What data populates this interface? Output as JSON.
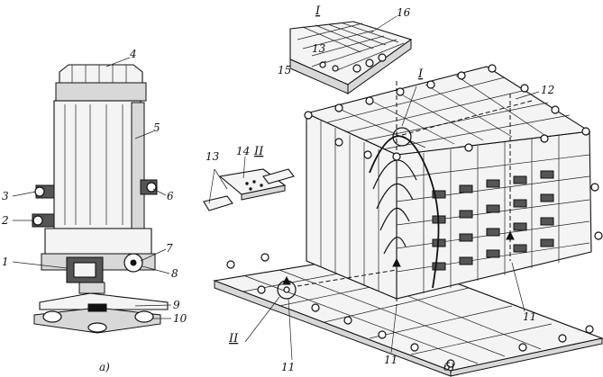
{
  "figure_labels": {
    "panel_a": "а)",
    "panel_b": "б)"
  },
  "callouts_a": [
    "4",
    "5",
    "3",
    "6",
    "2",
    "7",
    "1",
    "8",
    "9",
    "10"
  ],
  "callouts_b": [
    "16",
    "13",
    "15",
    "12",
    "14",
    "13",
    "11",
    "11",
    "11"
  ],
  "detail_marks": {
    "detail_I_inset": "I",
    "detail_I_on_model": "I",
    "detail_II_on_model": "II",
    "detail_II_inset": "II"
  }
}
